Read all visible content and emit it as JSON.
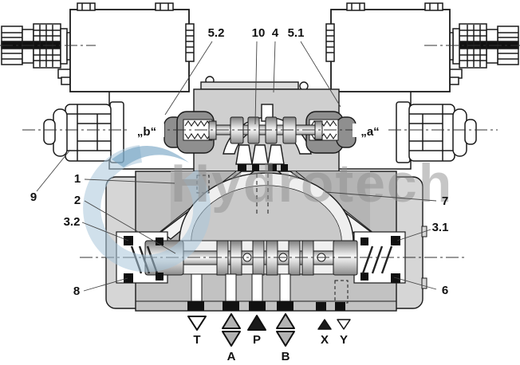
{
  "figure": {
    "watermark": {
      "text": "Hydrotech"
    },
    "side_labels": {
      "left": "„b“",
      "right": "„a“"
    },
    "callouts": [
      {
        "label": "5.2"
      },
      {
        "label": "10"
      },
      {
        "label": "4"
      },
      {
        "label": "5.1"
      },
      {
        "label": "9"
      },
      {
        "label": "1"
      },
      {
        "label": "2"
      },
      {
        "label": "3.2"
      },
      {
        "label": "8"
      },
      {
        "label": "7"
      },
      {
        "label": "3.1"
      },
      {
        "label": "6"
      }
    ],
    "ports": [
      {
        "label": "T",
        "symbol": "triangle-down-open"
      },
      {
        "label": "A",
        "symbol": "triangle-pair-gray"
      },
      {
        "label": "P",
        "symbol": "triangle-up-solid"
      },
      {
        "label": "B",
        "symbol": "triangle-pair-gray"
      },
      {
        "label": "X",
        "symbol": "triangle-up-solid-small"
      },
      {
        "label": "Y",
        "symbol": "triangle-down-open-small"
      }
    ],
    "colors": {
      "line": "#1a1a1a",
      "body_gray": "#c2c2c2",
      "cap_gray": "#d6d6d6",
      "pilot_gray": "#cfcfcf",
      "dark_gray": "#8f8f8f",
      "port_gray": "#b3b3b3",
      "watermark_blue": "#a9c6da",
      "watermark_blue_dark": "#6fa0c2",
      "watermark_gray": "#8f8f8f"
    }
  }
}
